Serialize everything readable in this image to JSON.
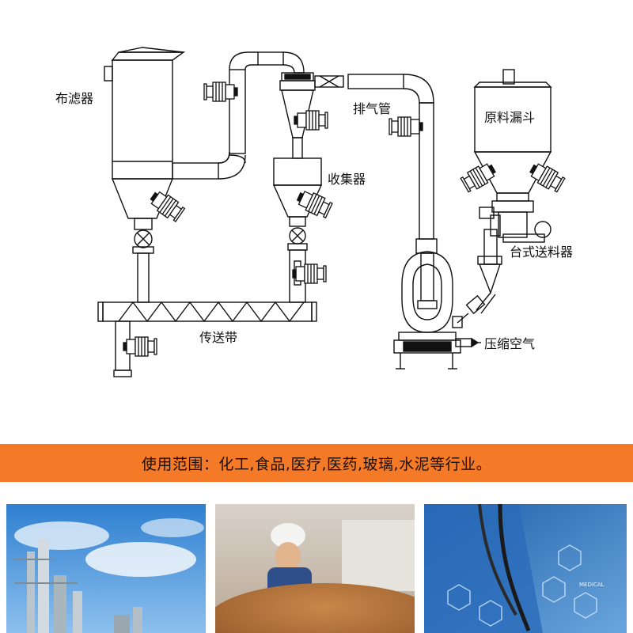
{
  "diagram": {
    "labels": {
      "bag_filter": "布滤器",
      "exhaust_pipe": "排气管",
      "raw_hopper": "原料漏斗",
      "collector": "收集器",
      "table_feeder": "台式送料器",
      "compressed_air": "压缩空气",
      "conveyor": "传送带"
    }
  },
  "banner": {
    "text": "使用范围：化工,食品,医疗,医药,玻璃,水泥等行业。",
    "color": "#f47a28"
  },
  "photos": [
    {
      "name": "chemical-plant-photo"
    },
    {
      "name": "food-processing-photo"
    },
    {
      "name": "medical-photo"
    }
  ]
}
